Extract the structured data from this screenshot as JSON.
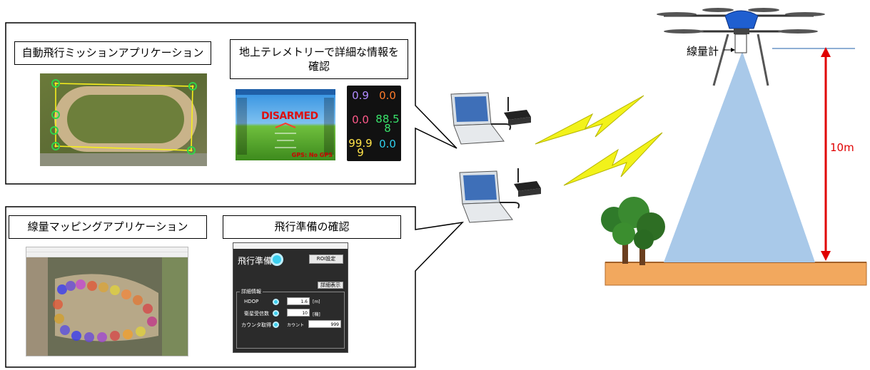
{
  "top_panel": {
    "app_label": "自動飛行ミッションアプリケーション",
    "telemetry_label_line1": "地上テレメトリーで詳細な情報を",
    "telemetry_label_line2": "確認",
    "hud": {
      "status": "DISARMED",
      "gps": "GPS: No GPS"
    },
    "quick_values": [
      {
        "value": "0.9",
        "color": "#b28bff"
      },
      {
        "value": "0.0",
        "color": "#ff7b2a"
      },
      {
        "value": "0.0",
        "color": "#ff5a8a"
      },
      {
        "value": "88.5\n8",
        "color": "#39e36b"
      },
      {
        "value": "99.9\n9",
        "color": "#ffe34a"
      },
      {
        "value": "0.0",
        "color": "#2fd0f0"
      }
    ]
  },
  "bottom_panel": {
    "app_label": "線量マッピングアプリケーション",
    "prep_label": "飛行準備の確認",
    "prep_window": {
      "heading": "飛行準備",
      "roi_button": "ROI設定",
      "detail_button": "詳細表示",
      "group_label": "詳細情報",
      "rows": [
        {
          "label": "HDOP",
          "value": "1.6",
          "unit": "[m]"
        },
        {
          "label": "衛星受信数",
          "value": "10",
          "unit": "[機]"
        },
        {
          "label": "カウンタ取得",
          "sub_label": "カウント",
          "value": "999",
          "unit": ""
        }
      ]
    }
  },
  "drone_scene": {
    "dosimeter_label": "線量計",
    "height_label": "10m"
  },
  "colors": {
    "arrow_red": "#e00000",
    "beam": "#9fc5e8",
    "ground": "#f4a460",
    "lightning": "#f2f21a"
  }
}
